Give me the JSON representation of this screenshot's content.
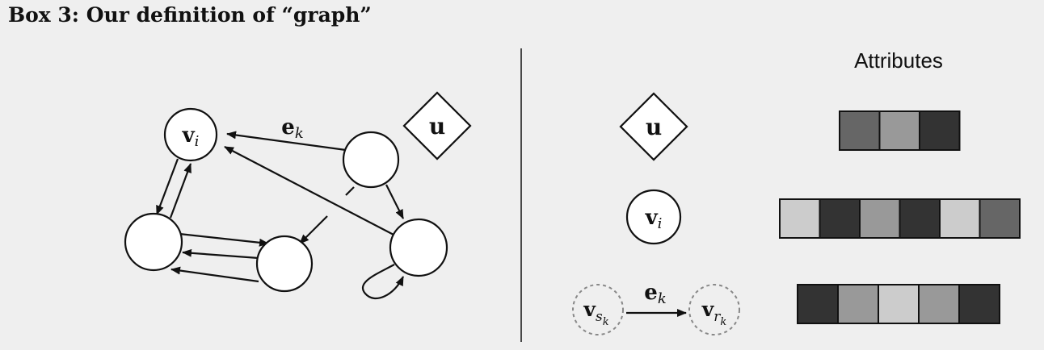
{
  "box_title": "Box 3: Our definition of “graph”",
  "graph": {
    "global_label": "u",
    "node_label_base": "v",
    "node_label_sub": "i",
    "edge_label_base": "e",
    "edge_label_sub": "k"
  },
  "legend": {
    "attributes_heading": "Attributes",
    "global_label": "u",
    "node_label_base": "v",
    "node_label_sub": "i",
    "edge_label_base": "e",
    "edge_label_sub": "k",
    "sender_label_base": "v",
    "sender_label_sub": "s",
    "sender_label_subsub": "k",
    "receiver_label_base": "v",
    "receiver_label_sub": "r",
    "receiver_label_subsub": "k"
  },
  "attribute_vectors": {
    "global": [
      "#666666",
      "#999999",
      "#333333"
    ],
    "node": [
      "#cccccc",
      "#333333",
      "#999999",
      "#333333",
      "#cccccc",
      "#666666"
    ],
    "edge": [
      "#333333",
      "#999999",
      "#cccccc",
      "#999999",
      "#333333"
    ]
  }
}
